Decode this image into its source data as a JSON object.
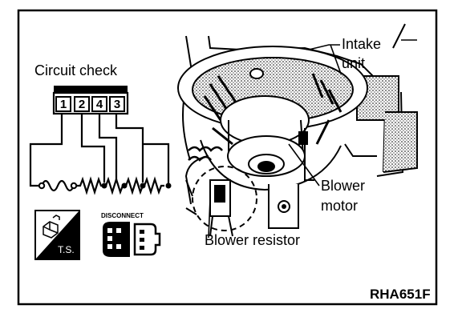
{
  "circuit_check": {
    "title": "Circuit check",
    "pins": [
      "1",
      "2",
      "4",
      "3"
    ]
  },
  "labels": {
    "intake_unit": [
      "Intake",
      "unit"
    ],
    "blower_motor": [
      "Blower",
      "motor"
    ],
    "blower_resistor": "Blower resistor",
    "disconnect": "DISCONNECT",
    "ts": "T.S.",
    "figure_code": "RHA651F"
  },
  "colors": {
    "ink": "#000000",
    "paper": "#ffffff",
    "shade": "#6e6e6e"
  },
  "icons": [
    "ts-icon",
    "disconnect-connector-icon"
  ]
}
